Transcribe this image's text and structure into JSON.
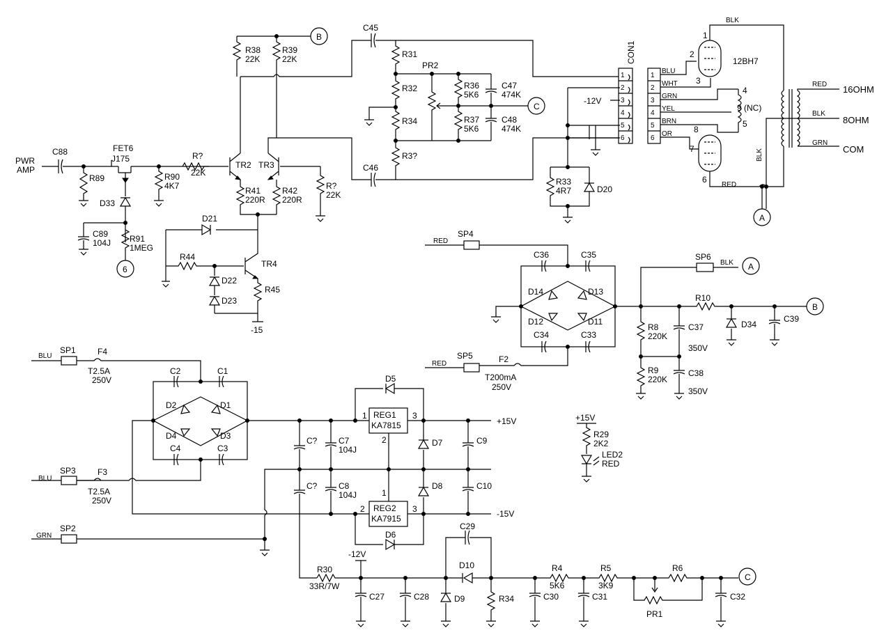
{
  "labels": {
    "pwr": "PWR",
    "amp": "AMP",
    "c88": "C88",
    "fet6": "FET6",
    "j175": "J175",
    "r89": "R89",
    "d33": "D33",
    "c89": "C89",
    "c89v": "104J",
    "r91": "R91",
    "r91v": "1MEG",
    "r90": "R90",
    "r90v": "4K7",
    "rq1": "R?",
    "rq1v": "22K",
    "tr2": "TR2",
    "tr3": "TR3",
    "rq2": "R?",
    "rq2v": "22K",
    "r38": "R38",
    "r38v": "22K",
    "r39": "R39",
    "r39v": "22K",
    "r41": "R41",
    "r41v": "220R",
    "r42": "R42",
    "r42v": "220R",
    "d21": "D21",
    "r44": "R44",
    "tr4": "TR4",
    "d22": "D22",
    "d23": "D23",
    "r45": "R45",
    "m15a": "-15",
    "c45": "C45",
    "r31": "R31",
    "pr2": "PR2",
    "r32": "R32",
    "r34a": "R34",
    "r3q": "R3?",
    "c46": "C46",
    "r36": "R36",
    "r36v": "5K6",
    "c47": "C47",
    "c47v": "474K",
    "r37": "R37",
    "r37v": "5K6",
    "c48": "C48",
    "c48v": "474K",
    "con1": "CON1",
    "m12a": "-12V",
    "r33": "R33",
    "r33v": "4R7",
    "d20": "D20",
    "pin1": "1",
    "pin2": "2",
    "pin3": "3",
    "pin4": "4",
    "pin5": "5",
    "pin6": "6",
    "blu_w": "BLU",
    "wht_w": "WHT",
    "grn_w": "GRN",
    "yel_w": "YEL",
    "brn_w": "BRN",
    "or_w": "OR",
    "tube": "12BH7",
    "nc": "9 (NC)",
    "blk_top": "BLK",
    "red_top": "RED",
    "ohm16": "16OHM",
    "blk_mid": "BLK",
    "ohm8": "8OHM",
    "grn_out": "GRN",
    "com": "COM",
    "blk_vert": "BLK",
    "red_bot": "RED",
    "sp4": "SP4",
    "red_sp4": "RED",
    "c36": "C36",
    "c35": "C35",
    "d14": "D14",
    "d13": "D13",
    "d12": "D12",
    "d11": "D11",
    "c34": "C34",
    "c33": "C33",
    "sp5": "SP5",
    "red_sp5": "RED",
    "f2": "F2",
    "f2v1": "T200mA",
    "f2v2": "250V",
    "sp6": "SP6",
    "blk_sp6": "BLK",
    "r10": "R10",
    "r8": "R8",
    "r8v": "220K",
    "c37": "C37",
    "c37v": "350V",
    "d34": "D34",
    "c39": "C39",
    "r9": "R9",
    "r9v": "220K",
    "c38": "C38",
    "c38v": "350V",
    "blu1": "BLU",
    "sp1": "SP1",
    "f4": "F4",
    "f4v1": "T2.5A",
    "f4v2": "250V",
    "c2": "C2",
    "c1": "C1",
    "d2": "D2",
    "d1": "D1",
    "d4": "D4",
    "d3": "D3",
    "c4": "C4",
    "c3": "C3",
    "blu3": "BLU",
    "sp3": "SP3",
    "f3": "F3",
    "f3v1": "T2.5A",
    "f3v2": "250V",
    "grn2": "GRN",
    "sp2": "SP2",
    "cq1": "C?",
    "c7": "C7",
    "c7v": "104J",
    "cq2": "C?",
    "c8": "C8",
    "c8v": "104J",
    "d5": "D5",
    "reg1": "REG1",
    "reg1v": "KA7815",
    "reg2": "REG2",
    "reg2v": "KA7915",
    "d7": "D7",
    "d8": "D8",
    "d6": "D6",
    "c9": "C9",
    "c10": "C10",
    "p15": "+15V",
    "m15": "-15V",
    "r1p1": "1",
    "r1p2": "2",
    "r1p3": "3",
    "r2p1": "1",
    "r2p2": "2",
    "r2p3": "3",
    "p15led": "+15V",
    "r29": "R29",
    "r29v": "2K2",
    "led2": "LED2",
    "led2v": "RED",
    "m12b": "-12V",
    "r30": "R30",
    "r30v": "33R/7W",
    "c27": "C27",
    "c28": "C28",
    "c29": "C29",
    "d10": "D10",
    "d9": "D9",
    "r34b": "R34",
    "r4": "R4",
    "r4v": "5K6",
    "c30": "C30",
    "r5": "R5",
    "r5v": "3K9",
    "c31": "C31",
    "r6": "R6",
    "pr1": "PR1",
    "c32": "C32",
    "node_b1": "B",
    "node_c1": "C",
    "node_6": "6",
    "node_a1": "A",
    "node_a2": "A",
    "node_b2": "B",
    "node_c2": "C"
  }
}
